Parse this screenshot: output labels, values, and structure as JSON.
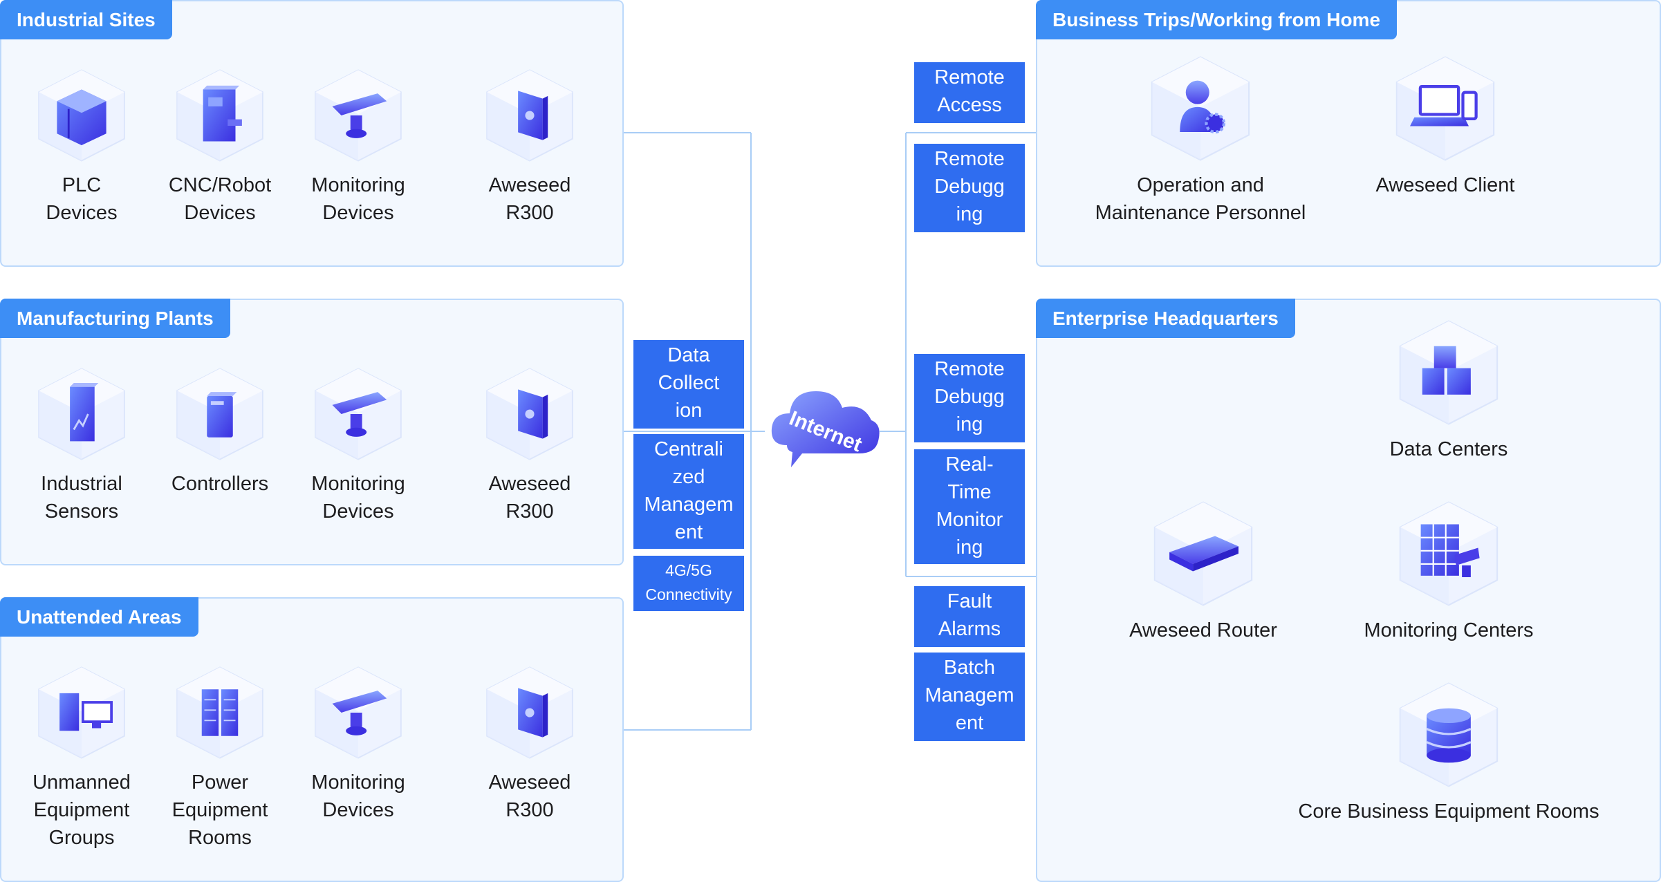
{
  "panels": {
    "industrial_sites": {
      "title": "Industrial Sites",
      "devices": [
        {
          "label": "PLC Devices",
          "icon": "plc-device-icon"
        },
        {
          "label": "CNC/Robot\nDevices",
          "icon": "cnc-robot-icon"
        },
        {
          "label": "Monitoring\nDevices",
          "icon": "surveillance-camera-icon"
        },
        {
          "label": "Aweseed R300",
          "icon": "r300-router-icon"
        }
      ]
    },
    "manufacturing_plants": {
      "title": "Manufacturing Plants",
      "devices": [
        {
          "label": "Industrial\nSensors",
          "icon": "sensor-icon"
        },
        {
          "label": "Controllers",
          "icon": "controller-icon"
        },
        {
          "label": "Monitoring\nDevices",
          "icon": "surveillance-camera-icon"
        },
        {
          "label": "Aweseed R300",
          "icon": "r300-router-icon"
        }
      ]
    },
    "unattended_areas": {
      "title": "Unattended Areas",
      "devices": [
        {
          "label": "Unmanned\nEquipment\nGroups",
          "icon": "computer-group-icon"
        },
        {
          "label": "Power\nEquipment\nRooms",
          "icon": "server-rack-icon"
        },
        {
          "label": "Monitoring\nDevices",
          "icon": "surveillance-camera-icon"
        },
        {
          "label": "Aweseed R300",
          "icon": "r300-router-icon"
        }
      ]
    },
    "business_trips": {
      "title": "Business Trips/Working from Home",
      "devices": [
        {
          "label": "Operation and\nMaintenance Personnel",
          "icon": "engineer-person-icon"
        },
        {
          "label": "Aweseed Client",
          "icon": "laptop-phone-icon"
        }
      ]
    },
    "enterprise_hq": {
      "title": "Enterprise Headquarters",
      "devices": [
        {
          "label": "Aweseed Router",
          "icon": "router-icon"
        },
        {
          "label": "Data Centers",
          "icon": "data-cubes-icon"
        },
        {
          "label": "Monitoring Centers",
          "icon": "monitor-wall-icon"
        },
        {
          "label": "Core Business Equipment Rooms",
          "icon": "database-icon"
        }
      ]
    }
  },
  "left_tags": [
    "Data\nCollect\nion",
    "Centrali\nzed\nManagem\nent",
    "4G/5G\nConnectivity"
  ],
  "right_tags": [
    "Remote\nAccess",
    "Remote\nDebugg\ning",
    "Remote\nDebugg\ning",
    "Real-\nTime\nMonitor\ning",
    "Fault\nAlarms",
    "Batch\nManagem\nent"
  ],
  "internet": {
    "label": "Internet",
    "icon": "cloud-icon"
  },
  "colors": {
    "accent": "#3d8ef5",
    "tag": "#2f6df0",
    "panel_bg": "#f3f8fe",
    "panel_border": "#bcd9fb",
    "line": "#a9cdf6",
    "icon": "#4f5cf0"
  }
}
